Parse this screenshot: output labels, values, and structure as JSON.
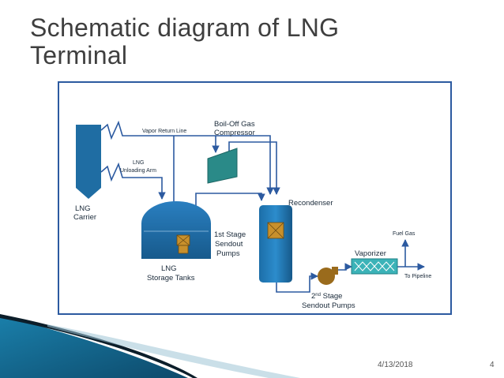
{
  "slide": {
    "title_line1": "Schematic diagram of LNG",
    "title_line2": "Terminal",
    "date": "4/13/2018",
    "page_number": "4"
  },
  "diagram": {
    "labels": {
      "vapor_return_line": "Vapor Return Line",
      "boil_off_line1": "Boil-Off Gas",
      "boil_off_line2": "Compressor",
      "lng_unloading_line1": "LNG",
      "lng_unloading_line2": "Unloading Arm",
      "lng_carrier_line1": "LNG",
      "lng_carrier_line2": "Carrier",
      "recondenser": "Recondenser",
      "first_stage_line1": "1st Stage",
      "first_stage_line2": "Sendout",
      "first_stage_line3": "Pumps",
      "storage_line1": "LNG",
      "storage_line2": "Storage Tanks",
      "fuel_gas": "Fuel Gas",
      "vaporizer": "Vaporizer",
      "to_pipeline": "To Pipeline",
      "second_stage_num": "2",
      "second_stage_sup": "nd",
      "second_stage_rest": " Stage",
      "second_stage_line2": "Sendout Pumps"
    }
  },
  "colors": {
    "equipment_blue": "#1f6da3",
    "flow_line": "#2c5aa0",
    "vaporizer_teal": "#3bb3b8",
    "pump_brown": "#9a6b1c",
    "title_gray": "#3f3f3f"
  }
}
